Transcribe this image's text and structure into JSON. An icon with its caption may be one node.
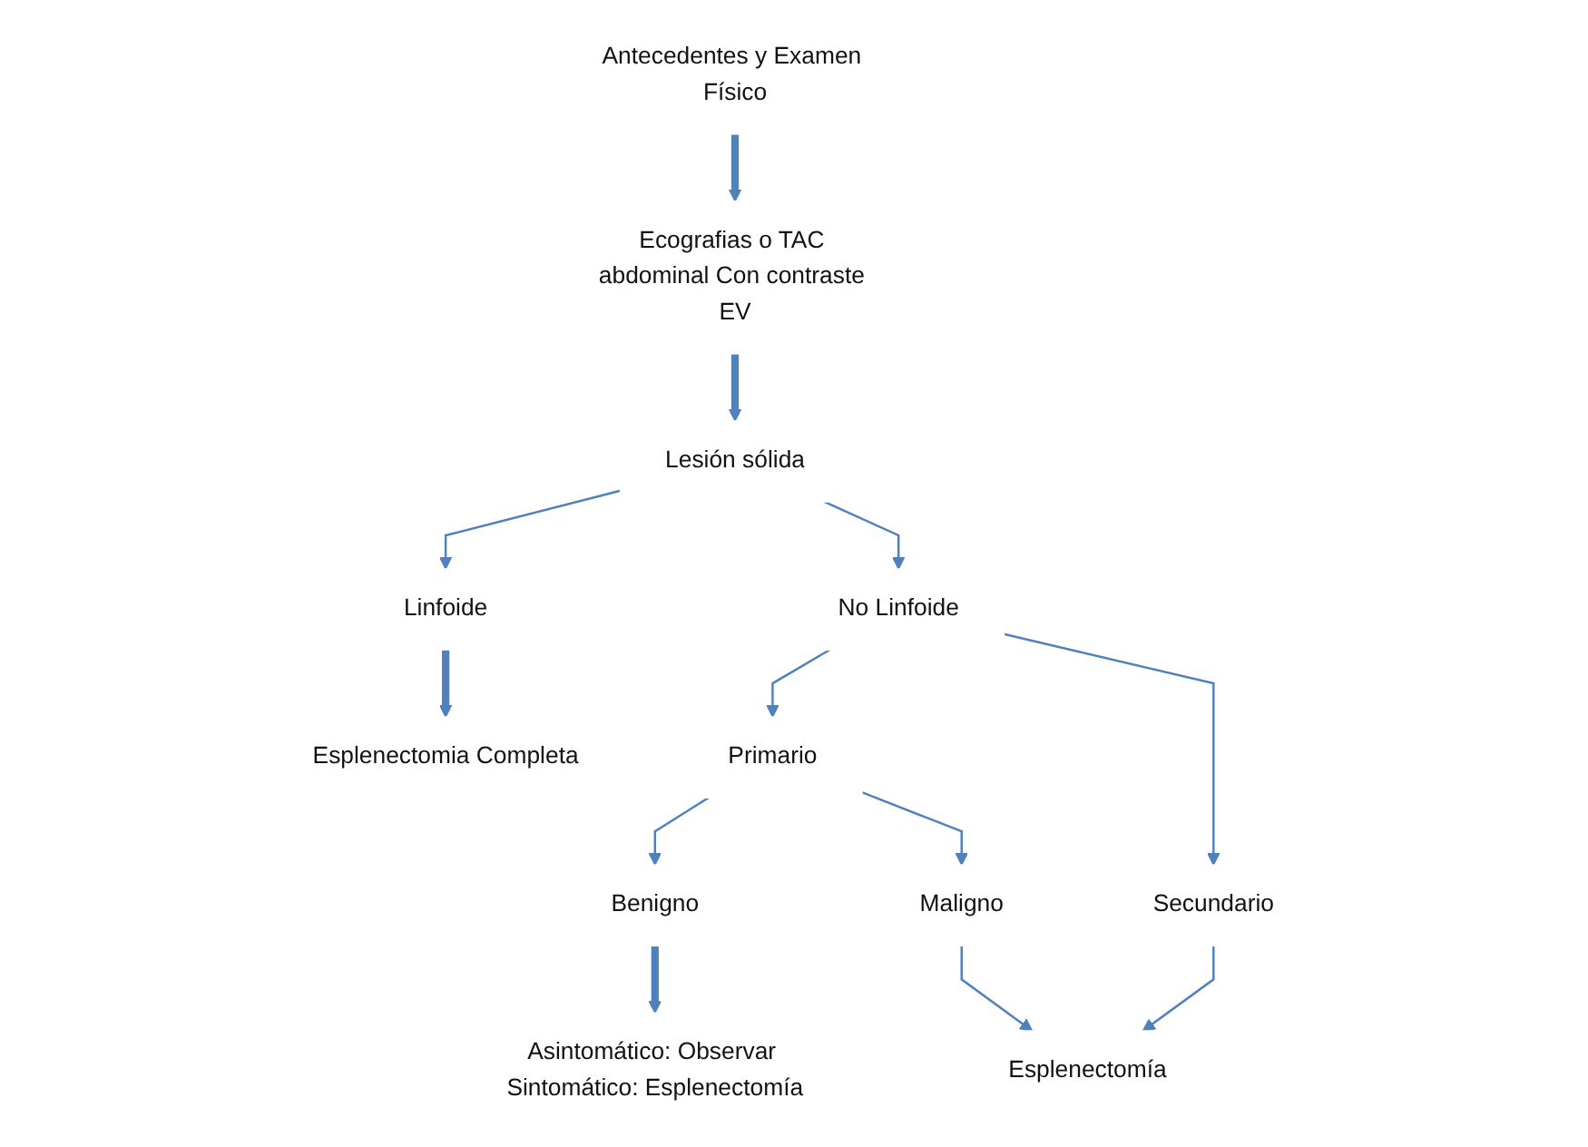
{
  "diagram": {
    "nodes": [
      {
        "text": [
          "Antecedentes y Examen Físico"
        ]
      },
      {
        "text": [
          "Ecografias o TAC abdominal Con contraste EV"
        ]
      },
      {
        "text": [
          "Lesión sólida"
        ]
      },
      {
        "text": [
          "Linfoide"
        ]
      },
      {
        "text": [
          "No Linfoide"
        ]
      },
      {
        "text": [
          "Esplenectomia Completa"
        ]
      },
      {
        "text": [
          "Primario"
        ]
      },
      {
        "text": [
          "Secundario"
        ]
      },
      {
        "text": [
          "Benigno"
        ]
      },
      {
        "text": [
          "Maligno"
        ]
      },
      {
        "text": [
          "Asintomático: Observar Sintomático: Esplenectomía"
        ]
      },
      {
        "text": [
          "Esplenectomía"
        ]
      }
    ],
    "edges": [
      {
        "from": 0,
        "to": 1,
        "arrow": "to",
        "style": "thick"
      },
      {
        "from": 1,
        "to": 2,
        "arrow": "to",
        "style": "thick"
      },
      {
        "from": 2,
        "to": 3,
        "arrow": "to"
      },
      {
        "from": 2,
        "to": 4,
        "arrow": "to"
      },
      {
        "from": 3,
        "to": 5,
        "arrow": "to",
        "style": "thick"
      },
      {
        "from": 4,
        "to": 6,
        "arrow": "to"
      },
      {
        "from": 4,
        "to": 7,
        "arrow": "to"
      },
      {
        "from": 6,
        "to": 8,
        "arrow": "to"
      },
      {
        "from": 6,
        "to": 9,
        "arrow": "to"
      },
      {
        "from": 8,
        "to": 10,
        "arrow": "to",
        "style": "thick"
      },
      {
        "from": 9,
        "to": 11,
        "arrow": "to"
      },
      {
        "from": 7,
        "to": 11,
        "arrow": "to"
      }
    ]
  }
}
